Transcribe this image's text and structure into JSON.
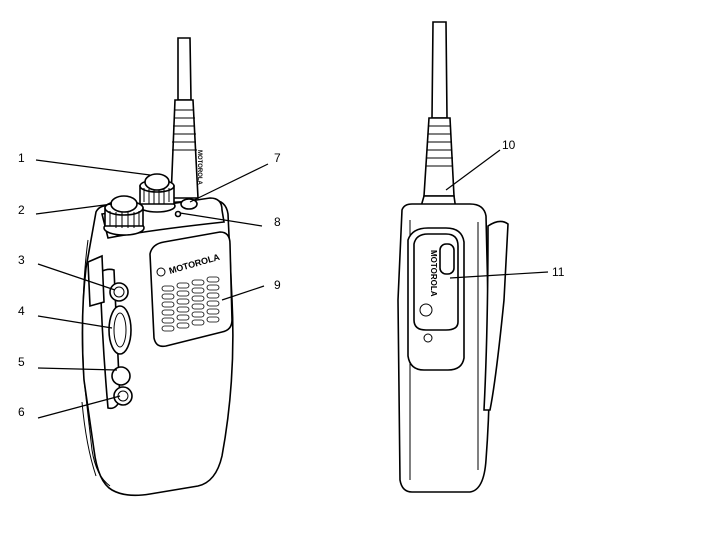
{
  "front_radio": {
    "brand_text": "MOTOROLA",
    "antenna_text": "MOTOROLA"
  },
  "side_radio": {
    "brand_text": "MOTOROLA"
  },
  "callouts": [
    {
      "id": "1",
      "label": "1"
    },
    {
      "id": "2",
      "label": "2"
    },
    {
      "id": "3",
      "label": "3"
    },
    {
      "id": "4",
      "label": "4"
    },
    {
      "id": "5",
      "label": "5"
    },
    {
      "id": "6",
      "label": "6"
    },
    {
      "id": "7",
      "label": "7"
    },
    {
      "id": "8",
      "label": "8"
    },
    {
      "id": "9",
      "label": "9"
    },
    {
      "id": "10",
      "label": "10"
    },
    {
      "id": "11",
      "label": "11"
    }
  ]
}
